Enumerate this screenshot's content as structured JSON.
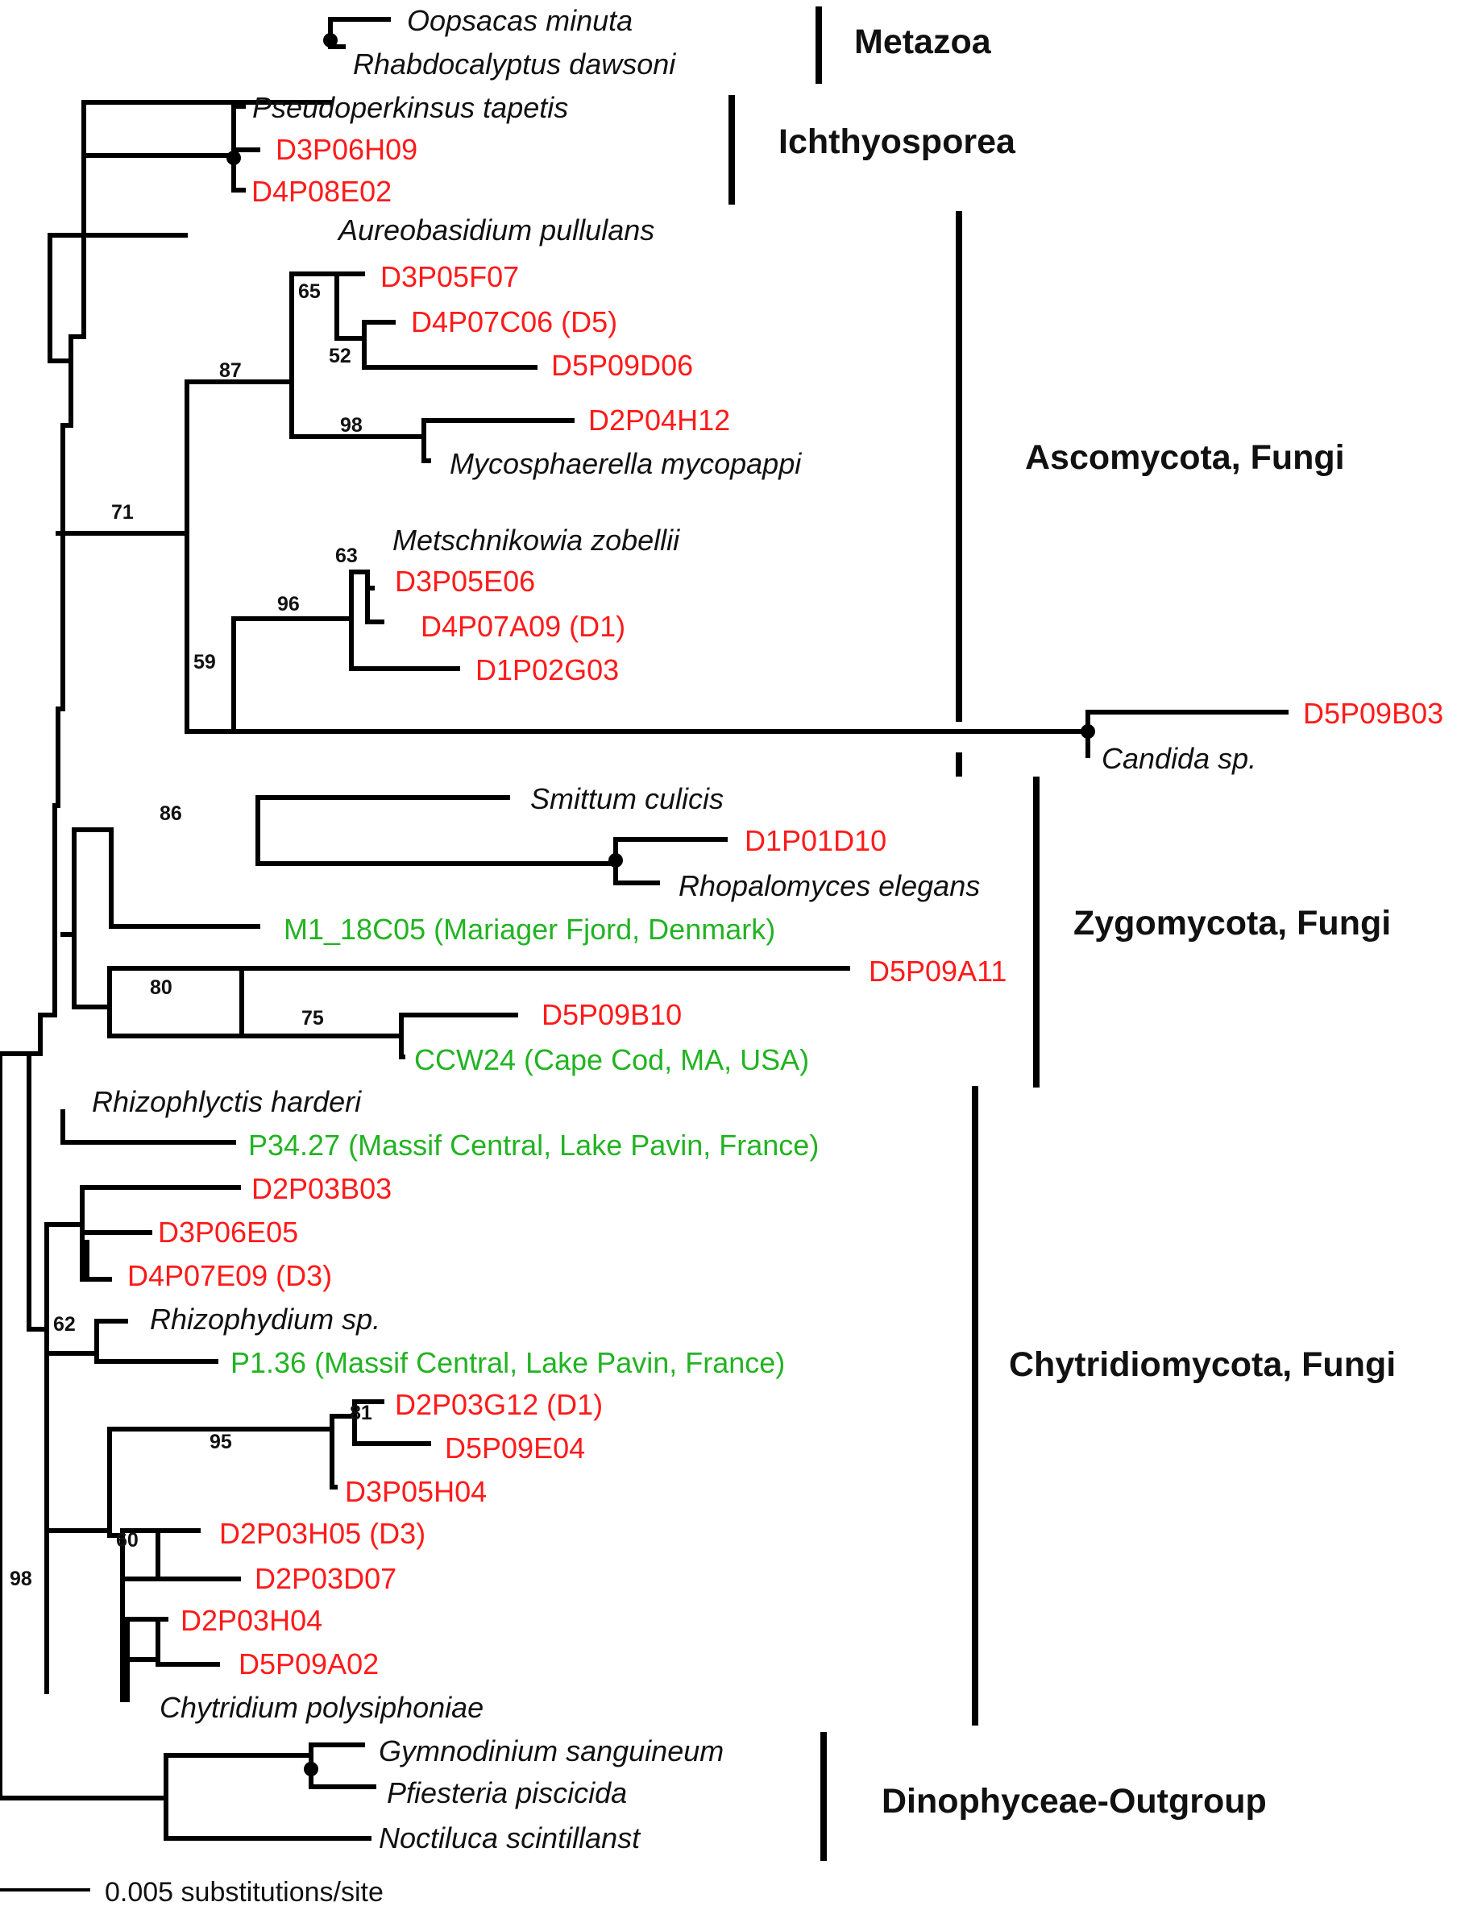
{
  "colors": {
    "branch": "#000000",
    "new_sequence": "#ff1a1a",
    "environmental_clone": "#22b322",
    "reference_taxon": "#111111"
  },
  "scale_bar": {
    "label": "0.005 substitutions/site"
  },
  "groups": [
    {
      "id": "metazoa",
      "label": "Metazoa"
    },
    {
      "id": "ichthyosporea",
      "label": "Ichthyosporea"
    },
    {
      "id": "ascomycota",
      "label": "Ascomycota, Fungi"
    },
    {
      "id": "zygomycota",
      "label": "Zygomycota, Fungi"
    },
    {
      "id": "chytridiomycota",
      "label": "Chytridiomycota, Fungi"
    },
    {
      "id": "dinophyceae",
      "label": "Dinophyceae-Outgroup"
    }
  ],
  "leaves": [
    {
      "label": "Oopsacas minuta",
      "type": "reference"
    },
    {
      "label": "Rhabdocalyptus dawsoni",
      "type": "reference"
    },
    {
      "label": "Pseudoperkinsus tapetis",
      "type": "reference"
    },
    {
      "label": "D3P06H09",
      "type": "new"
    },
    {
      "label": "D4P08E02",
      "type": "new"
    },
    {
      "label": "Aureobasidium pullulans",
      "type": "reference"
    },
    {
      "label": "D3P05F07",
      "type": "new"
    },
    {
      "label": "D4P07C06 (D5)",
      "type": "new"
    },
    {
      "label": "D5P09D06",
      "type": "new"
    },
    {
      "label": "D2P04H12",
      "type": "new"
    },
    {
      "label": "Mycosphaerella mycopappi",
      "type": "reference"
    },
    {
      "label": "Metschnikowia zobellii",
      "type": "reference"
    },
    {
      "label": "D3P05E06",
      "type": "new"
    },
    {
      "label": "D4P07A09 (D1)",
      "type": "new"
    },
    {
      "label": "D1P02G03",
      "type": "new"
    },
    {
      "label": "D5P09B03",
      "type": "new"
    },
    {
      "label": "Candida sp.",
      "type": "reference"
    },
    {
      "label": "Smittum culicis",
      "type": "reference"
    },
    {
      "label": "D1P01D10",
      "type": "new"
    },
    {
      "label": "Rhopalomyces elegans",
      "type": "reference"
    },
    {
      "label": "M1_18C05 (Mariager Fjord, Denmark)",
      "type": "environmental"
    },
    {
      "label": "D5P09A11",
      "type": "new"
    },
    {
      "label": "D5P09B10",
      "type": "new"
    },
    {
      "label": "CCW24 (Cape Cod, MA, USA)",
      "type": "environmental"
    },
    {
      "label": "Rhizophlyctis harderi",
      "type": "reference"
    },
    {
      "label": "P34.27 (Massif Central, Lake Pavin, France)",
      "type": "environmental"
    },
    {
      "label": "D2P03B03",
      "type": "new"
    },
    {
      "label": "D3P06E05",
      "type": "new"
    },
    {
      "label": "D4P07E09 (D3)",
      "type": "new"
    },
    {
      "label": "Rhizophydium sp.",
      "type": "reference"
    },
    {
      "label": "P1.36 (Massif Central, Lake Pavin, France)",
      "type": "environmental"
    },
    {
      "label": "D2P03G12 (D1)",
      "type": "new"
    },
    {
      "label": "D5P09E04",
      "type": "new"
    },
    {
      "label": "D3P05H04",
      "type": "new"
    },
    {
      "label": "D2P03H05 (D3)",
      "type": "new"
    },
    {
      "label": "D2P03D07",
      "type": "new"
    },
    {
      "label": "D2P03H04",
      "type": "new"
    },
    {
      "label": "D5P09A02",
      "type": "new"
    },
    {
      "label": "Chytridium polysiphoniae",
      "type": "reference"
    },
    {
      "label": "Gymnodinium sanguineum",
      "type": "reference"
    },
    {
      "label": "Pfiesteria piscicida",
      "type": "reference"
    },
    {
      "label": "Noctiluca scintillanst",
      "type": "reference"
    }
  ],
  "bootstrap": [
    "65",
    "52",
    "87",
    "98",
    "71",
    "63",
    "96",
    "59",
    "86",
    "80",
    "75",
    "62",
    "81",
    "95",
    "60",
    "98"
  ]
}
